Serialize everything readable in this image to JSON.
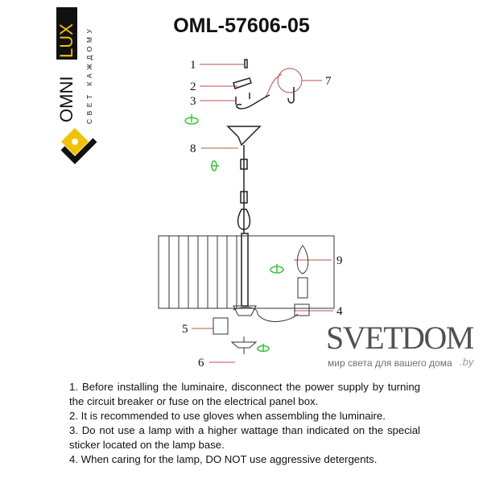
{
  "logo": {
    "brand": "OMNILUX",
    "tagline": "СВЕТ КАЖДОМУ"
  },
  "title": "OML-57606-05",
  "diagram": {
    "labels": [
      "1",
      "2",
      "3",
      "4",
      "5",
      "6",
      "7",
      "8",
      "9"
    ]
  },
  "notes": [
    "1. Before installing the luminaire, disconnect the power supply by turning the circuit breaker or fuse on the electrical panel box.",
    "2. It is recommended to use gloves when assembling the luminaire.",
    "3. Do not use a lamp with a higher wattage than indicated on the special sticker located on the lamp base.",
    "4. When caring for the lamp, DO NOT use aggressive detergents."
  ],
  "watermark": {
    "brand": "SVETDOM",
    "suffix": ".by",
    "tagline": "мир света для вашего дома"
  },
  "colors": {
    "leader": "#c0504d",
    "green": "#39c23a",
    "logo_gold": "#f2c200"
  }
}
